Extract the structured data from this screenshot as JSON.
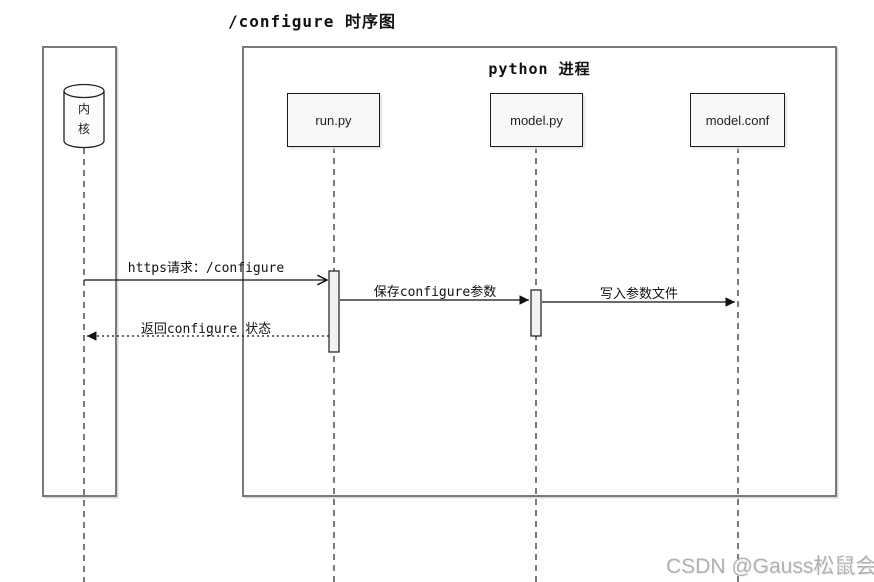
{
  "title": "/configure 时序图",
  "process_frame": {
    "label": "python 进程"
  },
  "kernel": {
    "label_line1": "内",
    "label_line2": "核"
  },
  "participants": [
    "run.py",
    "model.py",
    "model.conf"
  ],
  "messages": [
    {
      "label": "https请求：/configure",
      "from": "内核",
      "to": "run.py",
      "style": "solid-open-arrow"
    },
    {
      "label": "保存configure参数",
      "from": "run.py",
      "to": "model.py",
      "style": "solid-filled-arrow"
    },
    {
      "label": "写入参数文件",
      "from": "model.py",
      "to": "model.conf",
      "style": "solid-filled-arrow"
    },
    {
      "label": "返回configure 状态",
      "from": "run.py",
      "to": "内核",
      "style": "dotted-filled-arrow"
    }
  ],
  "watermark": "CSDN @Gauss松鼠会",
  "colors": {
    "frame_border": "#7a7a7a",
    "participant_fill": "#f8f8f8",
    "line": "#111111",
    "watermark": "#b1b1b1"
  }
}
